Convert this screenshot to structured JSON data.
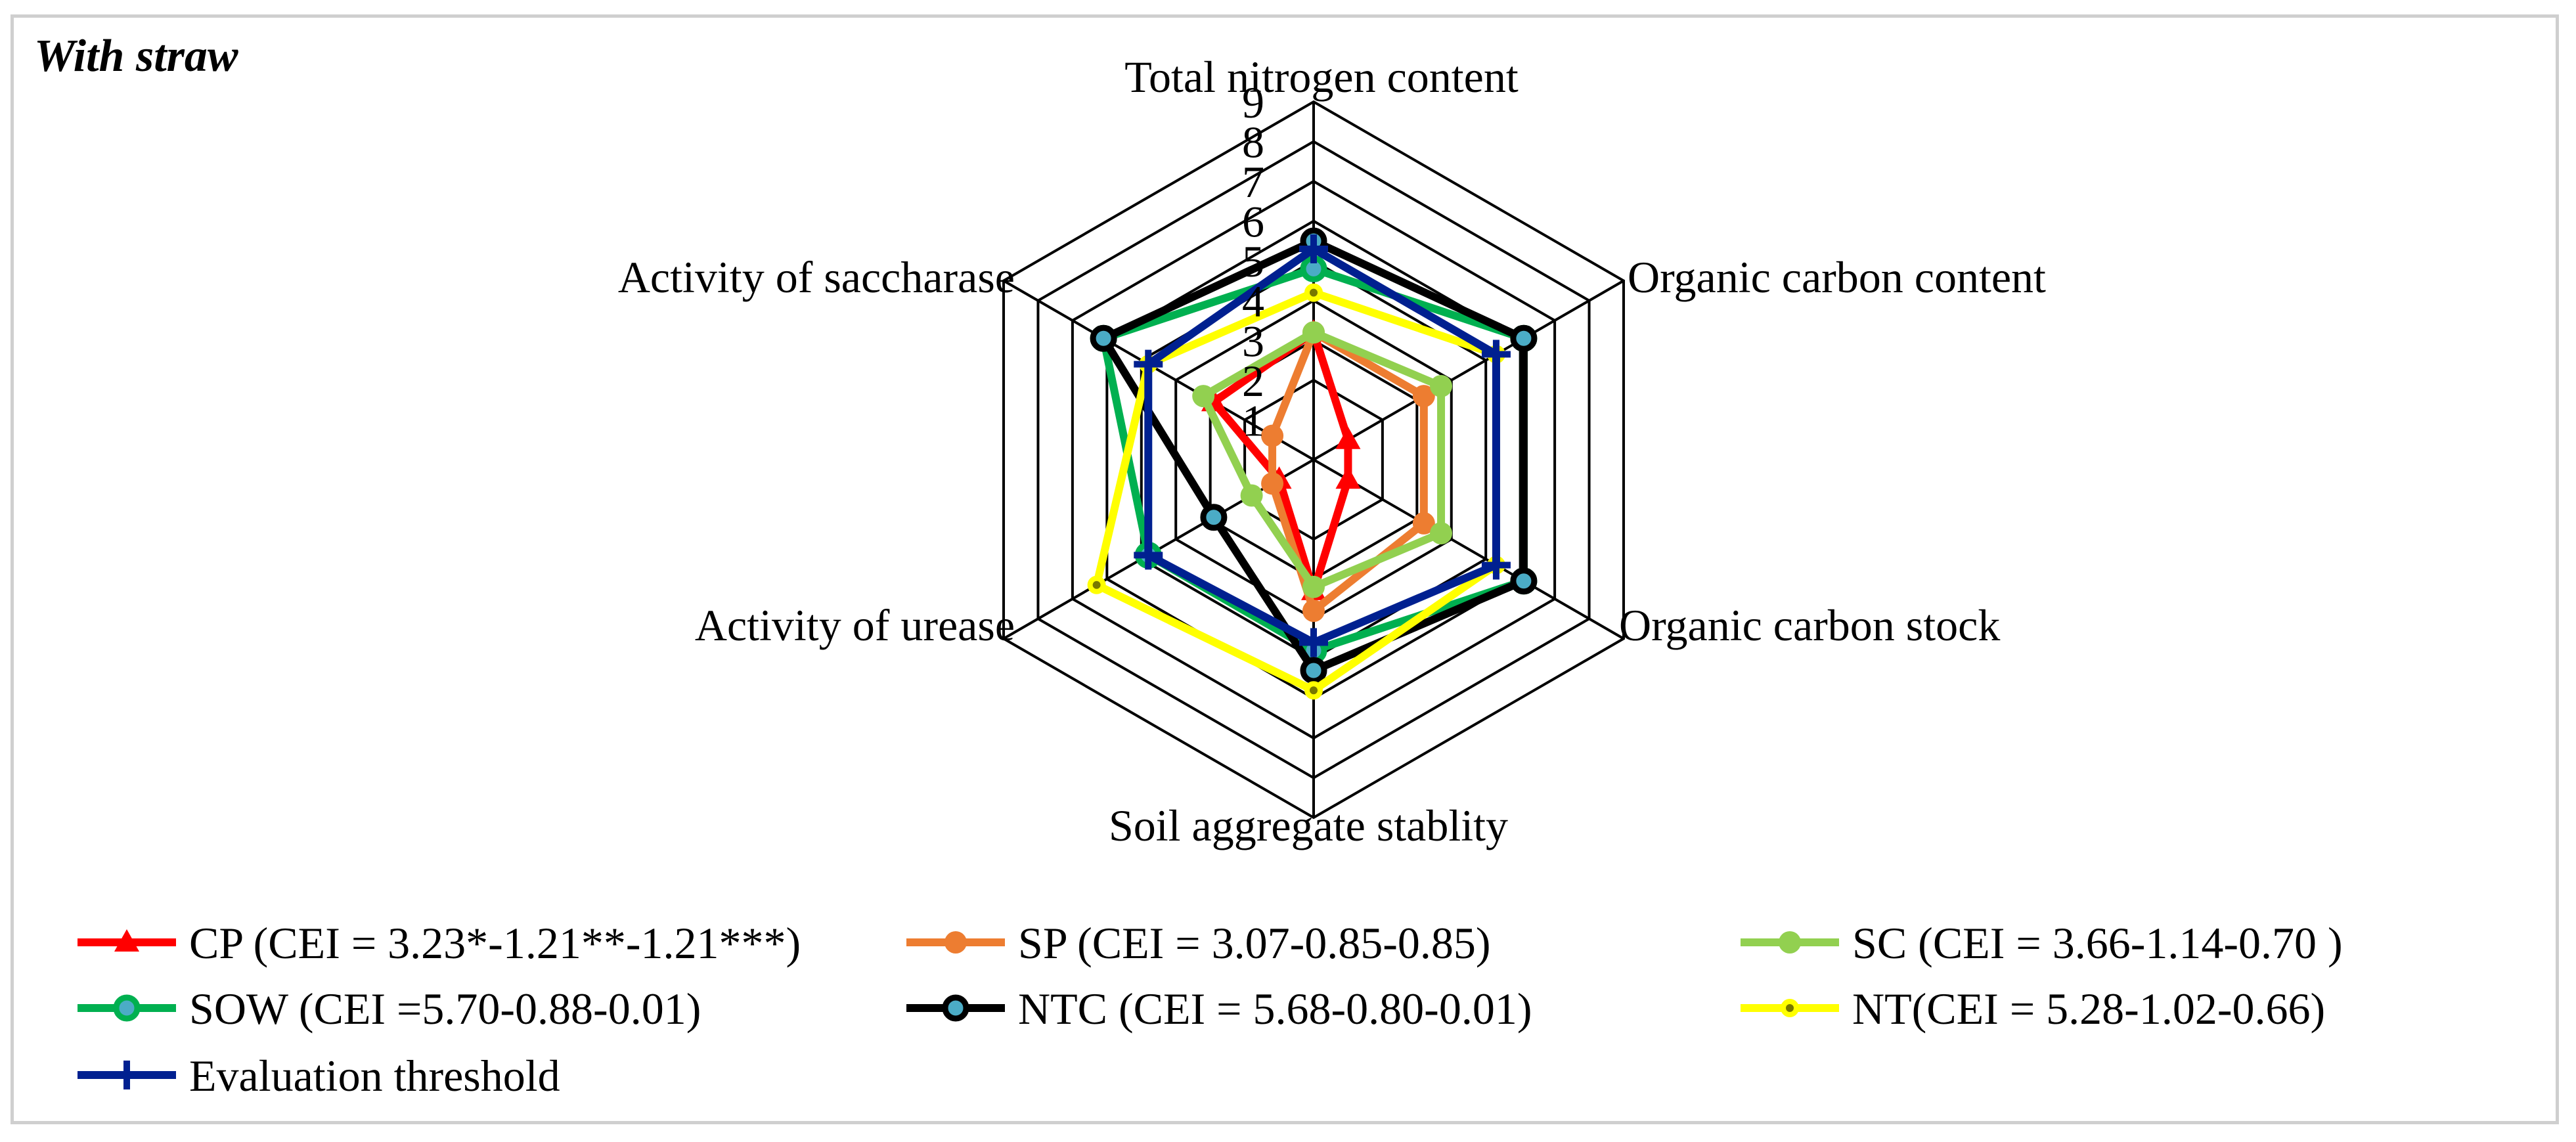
{
  "chart_data": {
    "type": "radar",
    "title": "With straw",
    "axes": [
      "Total nitrogen content",
      "Organic carbon content",
      "Organic carbon stock",
      "Soil aggregate stablity",
      "Activity of urease",
      "Activity of saccharase"
    ],
    "rlim": [
      0,
      9
    ],
    "ticks": [
      "1",
      "2",
      "3",
      "4",
      "5",
      "6",
      "7",
      "8",
      "9"
    ],
    "grid_rings": [
      2,
      3,
      4,
      5,
      6,
      7,
      8,
      9
    ],
    "legend_position": "bottom",
    "series": [
      {
        "name": "CP (CEI = 3.23*-1.21**-1.21***)",
        "color": "#ff0000",
        "marker": "triangle",
        "values": [
          3.2,
          1.0,
          1.0,
          3.3,
          1.0,
          2.9
        ]
      },
      {
        "name": "SP (CEI = 3.07-0.85-0.85)",
        "color": "#ed7d31",
        "marker": "circle",
        "values": [
          3.2,
          3.2,
          3.2,
          3.8,
          1.2,
          1.2
        ]
      },
      {
        "name": "SC (CEI = 3.66-1.14-0.70 )",
        "color": "#92d050",
        "marker": "circle",
        "values": [
          3.2,
          3.7,
          3.7,
          3.2,
          1.8,
          3.2
        ]
      },
      {
        "name": "SOW (CEI =5.70-0.88-0.01)",
        "color": "#00b050",
        "marker": "ring",
        "values": [
          4.8,
          6.1,
          6.1,
          4.8,
          4.8,
          6.1
        ]
      },
      {
        "name": "NTC (CEI = 5.68-0.80-0.01)",
        "color": "#000000",
        "marker": "ring",
        "values": [
          5.5,
          6.1,
          6.1,
          5.3,
          2.9,
          6.1
        ]
      },
      {
        "name": "NT(CEI = 5.28-1.02-0.66)",
        "color": "#ffff00",
        "marker": "dot",
        "values": [
          4.2,
          5.3,
          5.3,
          5.8,
          6.3,
          4.8
        ]
      },
      {
        "name": "Evaluation threshold",
        "color": "#002090",
        "marker": "plus",
        "values": [
          5.3,
          5.3,
          5.3,
          4.6,
          4.8,
          4.8
        ]
      }
    ]
  }
}
